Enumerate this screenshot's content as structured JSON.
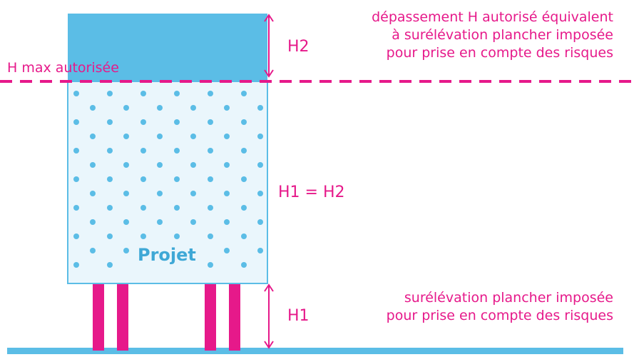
{
  "colors": {
    "pink": "#e6198a",
    "blue": "#5bbde6",
    "blue_dark": "#3fa8d6",
    "light_blue_fill": "#eaf6fc"
  },
  "labels": {
    "h_max": "H max autorisée",
    "top_note": [
      "dépassement H autorisé équivalent",
      "à surélévation plancher imposée",
      "pour prise en compte des risques"
    ],
    "bottom_note": [
      "surélévation plancher imposée",
      "pour prise en compte des risques"
    ],
    "h2": "H2",
    "h1_eq_h2": "H1 = H2",
    "h1": "H1",
    "projet": "Projet"
  }
}
